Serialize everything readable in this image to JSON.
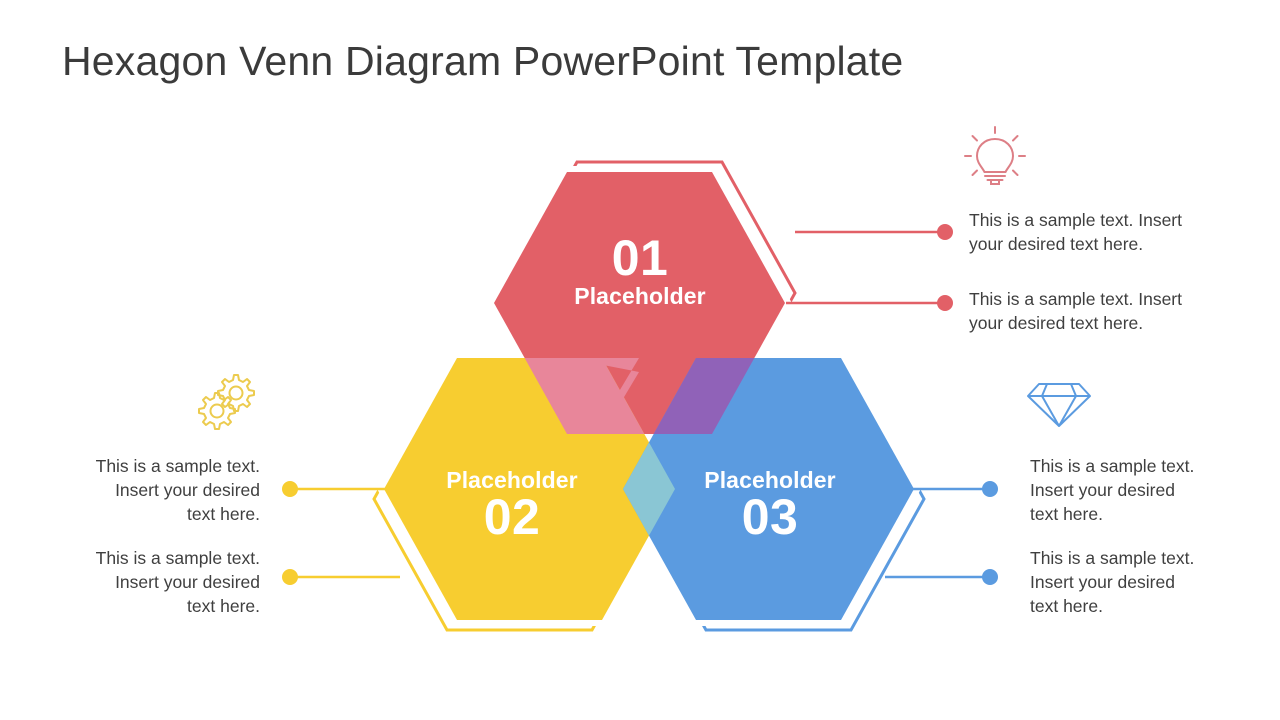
{
  "slide": {
    "title": "Hexagon Venn Diagram PowerPoint Template",
    "background_color": "#ffffff",
    "title_color": "#3b3b3b"
  },
  "palette": {
    "red": "#e26067",
    "yellow": "#f7cd30",
    "blue": "#5b9be0",
    "overlap_red_yellow": "#e8869a",
    "overlap_red_blue": "#9062b8",
    "overlap_yellow_blue": "#8ac6d4",
    "text": "#3f3f3f",
    "label_text": "#ffffff"
  },
  "hexagons": [
    {
      "id": "01",
      "number": "01",
      "name": "Placeholder",
      "color": "#e26067",
      "order": "number-then-name"
    },
    {
      "id": "02",
      "number": "02",
      "name": "Placeholder",
      "color": "#f7cd30",
      "order": "name-then-number"
    },
    {
      "id": "03",
      "number": "03",
      "name": "Placeholder",
      "color": "#5b9be0",
      "order": "name-then-number"
    }
  ],
  "icons": [
    {
      "id": "bulb",
      "name": "lightbulb-icon",
      "color": "#e26067",
      "group": "01"
    },
    {
      "id": "gears",
      "name": "gears-icon",
      "color": "#f7cd30",
      "group": "02"
    },
    {
      "id": "gem",
      "name": "diamond-icon",
      "color": "#5b9be0",
      "group": "03"
    }
  ],
  "captions": {
    "red_1": "This is a sample text. Insert\nyour desired text here.",
    "red_2": "This is a sample text. Insert\nyour desired text here.",
    "yellow_1": "This is a sample text.\nInsert your desired\ntext here.",
    "yellow_2": "This is a sample text.\nInsert your desired\ntext here.",
    "blue_1": "This is a sample text.\nInsert your desired\ntext here.",
    "blue_2": "This is a sample text.\nInsert your desired\ntext here."
  }
}
